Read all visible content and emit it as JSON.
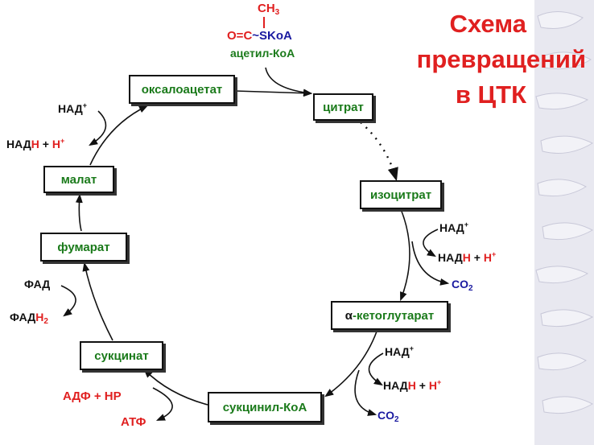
{
  "title": {
    "line1": "Схема",
    "line2": "превращений",
    "line3": "в ЦТК"
  },
  "acetyl_coa": {
    "ch3_text": "CH",
    "ch3_sub": "3",
    "o_text": "O",
    "eq_text": "=",
    "c_text": "C",
    "tilde_text": "~",
    "skoa_text": "SKoA",
    "name": "ацетил-КоА"
  },
  "nodes": {
    "oxaloacetate": "оксалоацетат",
    "citrate": "цитрат",
    "isocitrate": "изоцитрат",
    "alpha_ketoglutarate": "-кетоглутарат",
    "alpha_symbol": "α",
    "succinyl_coa": "сукцинил-КоА",
    "succinate": "сукцинат",
    "fumarate": "фумарат",
    "malate": "малат"
  },
  "cofactors": {
    "nad_base": "НАД",
    "nad_plus": "+",
    "nadh_prefix": "НАД",
    "nadh_h": "Н",
    "plus_sign": " + ",
    "h_ion": "Н",
    "h_plus": "+",
    "co2_base": "CO",
    "co2_sub": "2",
    "fad": "ФАД",
    "fadh2_prefix": "ФАД",
    "fadh2_h": "Н",
    "fadh2_sub": "2",
    "adp_pi": "АДФ + НР",
    "atp": "АТФ"
  },
  "colors": {
    "title": "#e02020",
    "node_text": "#1a7a1a",
    "reduced_h": "#e02020",
    "co2": "#1a1aa0",
    "nad": "#111111"
  }
}
